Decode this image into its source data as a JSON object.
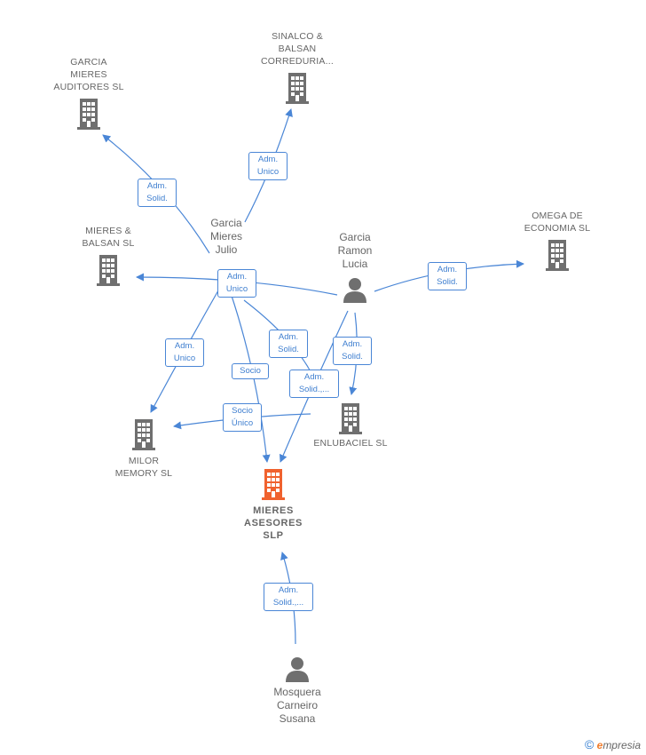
{
  "colors": {
    "edge": "#4a86d6",
    "node": "#6f6f6f",
    "focus": "#f0622e"
  },
  "nodes": {
    "garcia_mieres_auditores": {
      "label": "GARCIA\nMIERES\nAUDITORES SL",
      "icon": "building-icon"
    },
    "sinalco_balsan": {
      "label": "SINALCO &\nBALSAN\nCORREDURIA...",
      "icon": "building-icon"
    },
    "mieres_balsan": {
      "label": "MIERES &\nBALSAN  SL",
      "icon": "building-icon"
    },
    "omega_economia": {
      "label": "OMEGA DE\nECONOMIA SL",
      "icon": "building-icon"
    },
    "garcia_mieres_julio": {
      "label": "Garcia\nMieres\nJulio",
      "icon": "person-icon"
    },
    "garcia_ramon_lucia": {
      "label": "Garcia\nRamon\nLucia",
      "icon": "person-icon"
    },
    "enlubaciel": {
      "label": "ENLUBACIEL SL",
      "icon": "building-icon"
    },
    "milor_memory": {
      "label": "MILOR\nMEMORY  SL",
      "icon": "building-icon"
    },
    "mieres_asesores": {
      "label": "MIERES\nASESORES\nSLP",
      "icon": "building-icon"
    },
    "mosquera_carneiro": {
      "label": "Mosquera\nCarneiro\nSusana",
      "icon": "person-icon"
    }
  },
  "relations": [
    {
      "label": "Adm.\nSolid."
    },
    {
      "label": "Adm.\nUnico"
    },
    {
      "label": "Adm.\nUnico"
    },
    {
      "label": "Adm.\nUnico"
    },
    {
      "label": "Socio"
    },
    {
      "label": "Adm.\nSolid."
    },
    {
      "label": "Adm.\nSolid.,..."
    },
    {
      "label": "Socio\nÚnico"
    },
    {
      "label": "Adm.\nSolid."
    },
    {
      "label": "Adm.\nSolid."
    },
    {
      "label": "Adm.\nSolid.,..."
    }
  ],
  "brand": {
    "copyright": "©",
    "e": "e",
    "rest": "mpresia"
  }
}
